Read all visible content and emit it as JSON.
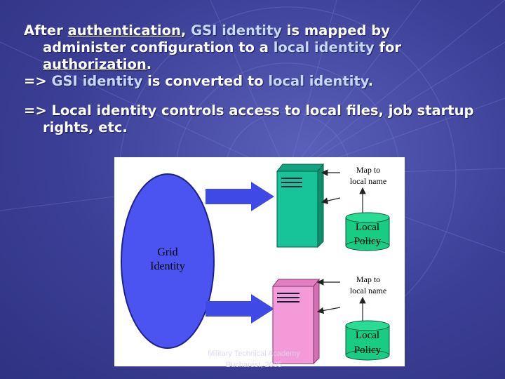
{
  "slide": {
    "line1": {
      "p1": "After ",
      "p2": "authentication",
      "p3": ", ",
      "p4": "GSI identity",
      "p5": " is mapped by"
    },
    "line2": {
      "p1": "administer configuration to a ",
      "p2": "local identity",
      "p3": " for"
    },
    "line3": {
      "p1": "authorization",
      "p2": "."
    },
    "line4": {
      "p1": "=> ",
      "p2": "GSI identity",
      "p3": " is converted to ",
      "p4": "local identity",
      "p5": "."
    },
    "line5": "=> Local identity controls access to local files, job startup",
    "line6": "rights, etc."
  },
  "diagram": {
    "grid_identity": [
      "Grid",
      "Identity"
    ],
    "map_top": [
      "Map to",
      "local name"
    ],
    "map_bottom": [
      "Map to",
      "local name"
    ],
    "policy_top": [
      "Local",
      "Policy"
    ],
    "policy_bottom": [
      "Local",
      "Policy"
    ],
    "colors": {
      "ellipse": "#4b54f0",
      "server_top": "#17c49a",
      "server_bottom": "#f59ad8",
      "cylinder": "#18cc84",
      "arrow": "#3e49e6"
    }
  },
  "footer": {
    "line1": "Military Technical Academy",
    "line2": "Bucharest, 2005"
  }
}
